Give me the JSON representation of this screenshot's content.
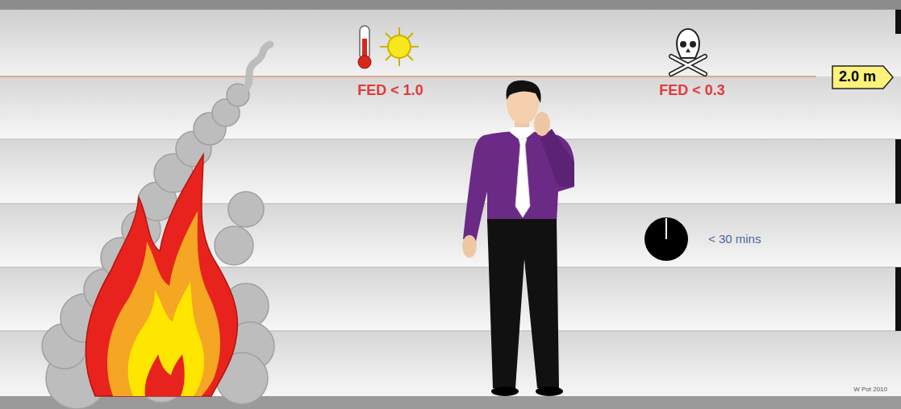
{
  "diagram": {
    "nodes": [
      {
        "text": [
          "2.0 m"
        ]
      }
    ],
    "labels": [
      "FED < 1.0",
      "FED < 0.3",
      "< 30 mins",
      "W Pot 2010"
    ]
  }
}
